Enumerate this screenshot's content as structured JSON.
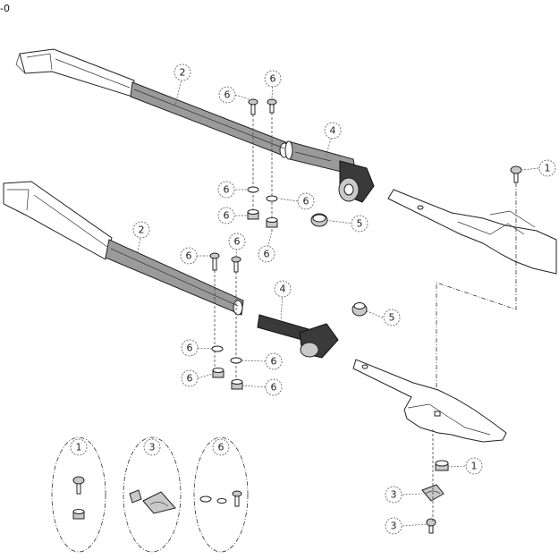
{
  "corner_label": "-0",
  "callouts": {
    "c1": "1",
    "c2": "2",
    "c3": "3",
    "c4": "4",
    "c5": "5",
    "c6": "6"
  }
}
